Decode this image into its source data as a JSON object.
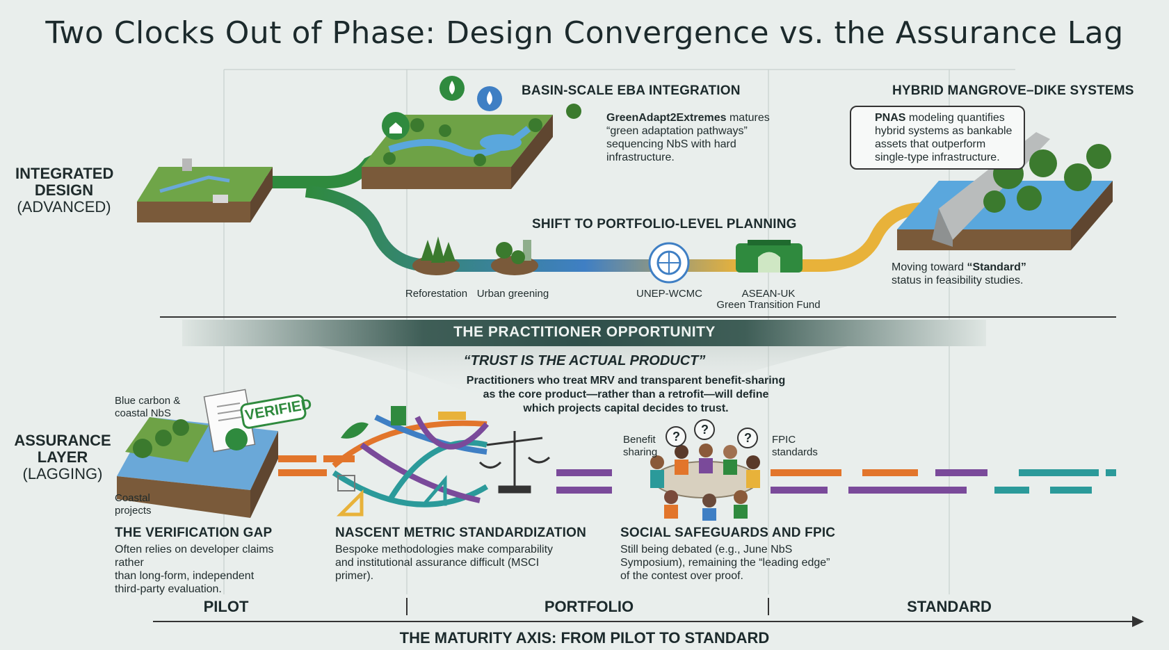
{
  "title": "Two Clocks Out of Phase: Design Convergence vs. the Assurance Lag",
  "lanes": {
    "design": {
      "label": "INTEGRATED DESIGN",
      "sub": "(ADVANCED)"
    },
    "assurance": {
      "label": "ASSURANCE LAYER",
      "sub": "(LAGGING)"
    }
  },
  "design": {
    "basin": {
      "heading": "BASIN-SCALE EBA INTEGRATION",
      "lead": "GreenAdapt2Extremes",
      "body1": " matures",
      "body2": "“green adaptation pathways”",
      "body3": "sequencing NbS with hard",
      "body4": "infrastructure."
    },
    "hybrid": {
      "heading": "HYBRID MANGROVE–DIKE SYSTEMS",
      "lead": "PNAS",
      "line1": " modeling quantifies",
      "line2": "hybrid systems as bankable",
      "line3": "assets that outperform",
      "line4": "single-type infrastructure.",
      "moving1": "Moving toward ",
      "moving_bold": "“Standard”",
      "moving2": "status in feasibility studies."
    },
    "portfolio": {
      "heading": "SHIFT TO PORTFOLIO-LEVEL PLANNING",
      "nodes": [
        "Reforestation",
        "Urban greening",
        "UNEP-WCMC",
        "ASEAN-UK",
        "Green Transition Fund"
      ]
    }
  },
  "opportunity": {
    "band": "THE PRACTITIONER OPPORTUNITY",
    "quote": "“TRUST IS THE ACTUAL PRODUCT”",
    "body1": "Practitioners who treat MRV and transparent benefit-sharing",
    "body2": "as the core product—rather than a retrofit—will define",
    "body3": "which projects capital decides to trust."
  },
  "assurance": {
    "verification": {
      "tag1": "Blue carbon &",
      "tag2": "coastal NbS",
      "stamp": "VERIFIED",
      "coastal1": "Coastal",
      "coastal2": "projects",
      "heading": "THE VERIFICATION GAP",
      "body1": "Often relies on developer claims rather",
      "body2": "than long-form, independent",
      "body3": "third-party evaluation."
    },
    "metrics": {
      "heading": "NASCENT METRIC STANDARDIZATION",
      "body1": "Bespoke methodologies make comparability",
      "body2": "and institutional assurance difficult (MSCI",
      "body3": "primer)."
    },
    "safeguards": {
      "benefit1": "Benefit",
      "benefit2": "sharing",
      "fpic1": "FPIC",
      "fpic2": "standards",
      "heading": "SOCIAL SAFEGUARDS AND FPIC",
      "body1": "Still being debated (e.g., June NbS",
      "body2": "Symposium), remaining the “leading edge”",
      "body3": "of the contest over proof."
    }
  },
  "axis": {
    "stages": [
      "PILOT",
      "PORTFOLIO",
      "STANDARD"
    ],
    "title": "THE MATURITY AXIS: FROM PILOT TO STANDARD"
  },
  "colors": {
    "green": "#2f8a3e",
    "blue": "#3f7fc4",
    "yellow": "#e8b23a",
    "orange": "#e2752b",
    "purple": "#7a4a9a",
    "teal": "#2b9a9a",
    "band": "#2f4f4a"
  }
}
